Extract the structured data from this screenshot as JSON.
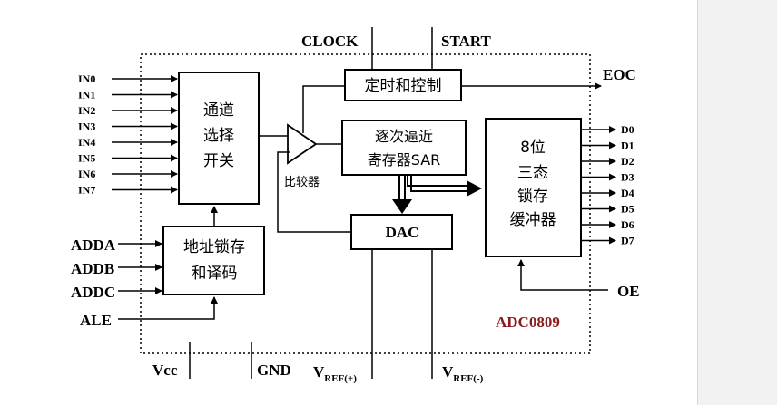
{
  "colors": {
    "accent": "#8b1a1a",
    "line": "#000000",
    "background": "#ffffff"
  },
  "top_signals": {
    "clock": "CLOCK",
    "start": "START"
  },
  "eoc": "EOC",
  "inputs": [
    "IN0",
    "IN1",
    "IN2",
    "IN3",
    "IN4",
    "IN5",
    "IN6",
    "IN7"
  ],
  "outputs": [
    "D0",
    "D1",
    "D2",
    "D3",
    "D4",
    "D5",
    "D6",
    "D7"
  ],
  "address": {
    "adda": "ADDA",
    "addb": "ADDB",
    "addc": "ADDC",
    "ale": "ALE"
  },
  "oe": "OE",
  "blocks": {
    "mux": [
      "通道",
      "选择",
      "开关"
    ],
    "timing": "定时和控制",
    "sar": [
      "逐次逼近",
      "寄存器SAR"
    ],
    "comparator": "比较器",
    "latch_decode": [
      "地址锁存",
      "和译码"
    ],
    "dac": "DAC",
    "buffer": [
      "8位",
      "三态",
      "锁存",
      "缓冲器"
    ]
  },
  "chip_name": "ADC0809",
  "bottom": {
    "vcc": "Vcc",
    "gnd": "GND",
    "vref_plus_main": "V",
    "vref_plus_sub": "REF(+)",
    "vref_minus_main": "V",
    "vref_minus_sub": "REF(-)"
  }
}
